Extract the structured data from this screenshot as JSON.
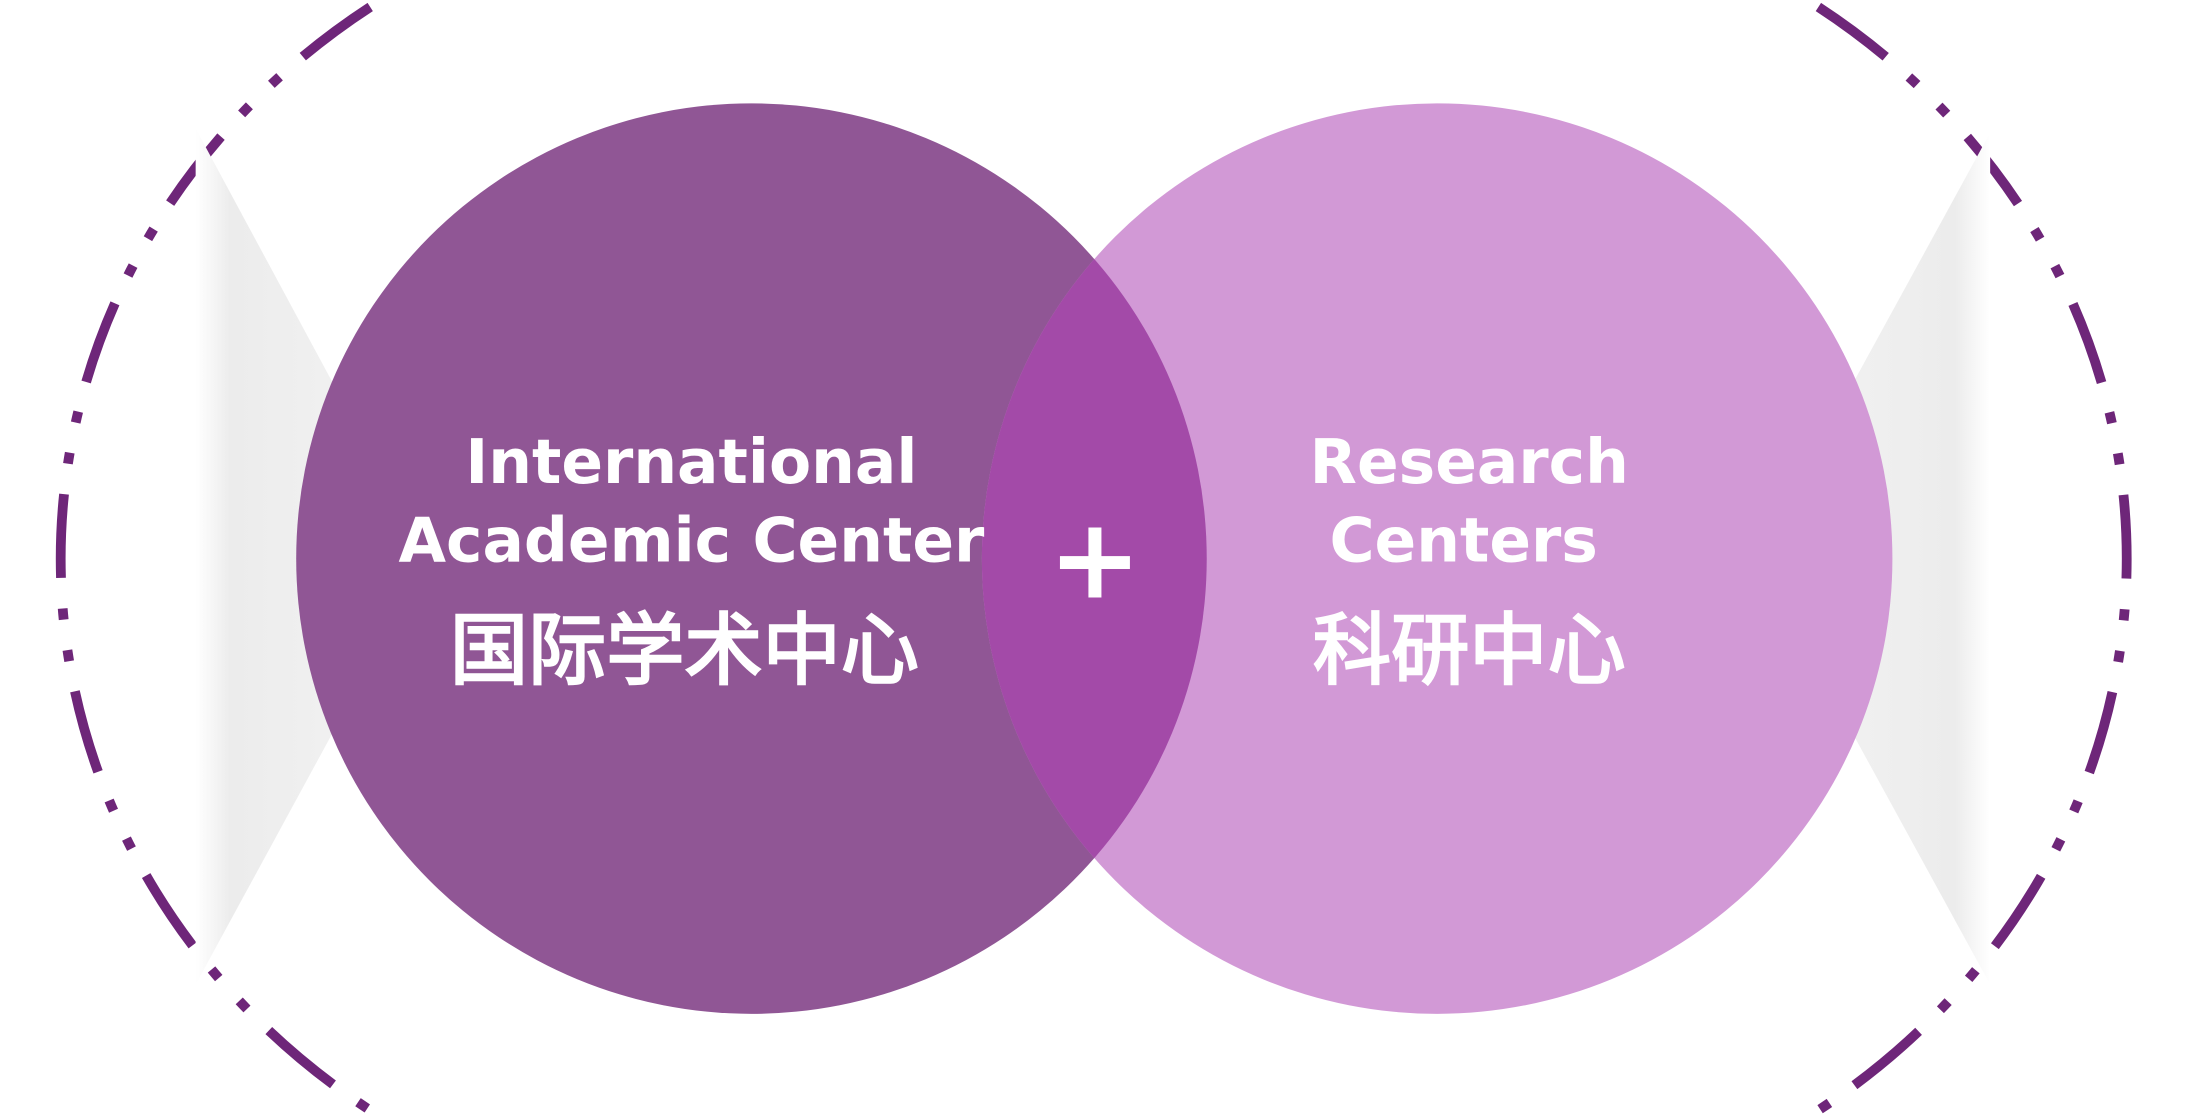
{
  "colors": {
    "left_circle": "#8e5393",
    "right_circle": "#d093d4",
    "overlap": "#a34aa8",
    "dashed_ring": "#6e2679",
    "text": "#ffffff"
  },
  "left": {
    "line1": "International",
    "line2": "Academic Center",
    "chinese": "国际学术中心"
  },
  "plus": "+",
  "right": {
    "line1": "Research",
    "line2": "Centers",
    "chinese": "科研中心"
  }
}
